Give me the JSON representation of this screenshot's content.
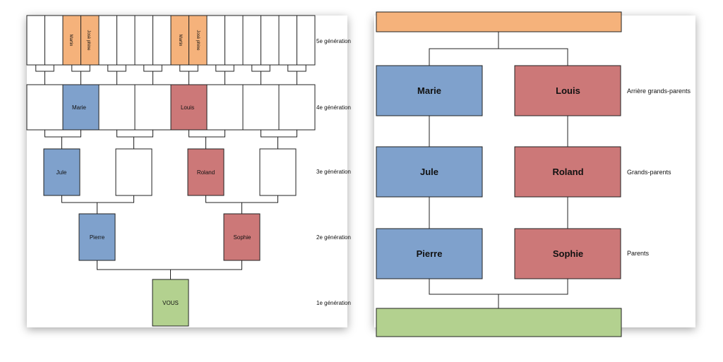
{
  "colors": {
    "blue": "#7fa1cc",
    "red": "#cc7878",
    "orange": "#f5b27b",
    "green": "#b3d18f",
    "line": "#222222"
  },
  "left_tree": {
    "generation_labels": [
      "5e génération",
      "4e génération",
      "3e génération",
      "2e génération",
      "1e génération"
    ],
    "gen5": [
      "Martin",
      "Josè phine",
      "Martin",
      "Josè phine"
    ],
    "gen4": [
      "Marie",
      "Louis"
    ],
    "gen3": [
      "Jule",
      "Roland"
    ],
    "gen2": [
      "Pierre",
      "Sophie"
    ],
    "gen1": "VOUS"
  },
  "right_tree": {
    "rows": [
      {
        "left": "Marie",
        "right": "Louis",
        "label": "Arrière grands-parents"
      },
      {
        "left": "Jule",
        "right": "Roland",
        "label": "Grands-parents"
      },
      {
        "left": "Pierre",
        "right": "Sophie",
        "label": "Parents"
      }
    ]
  }
}
